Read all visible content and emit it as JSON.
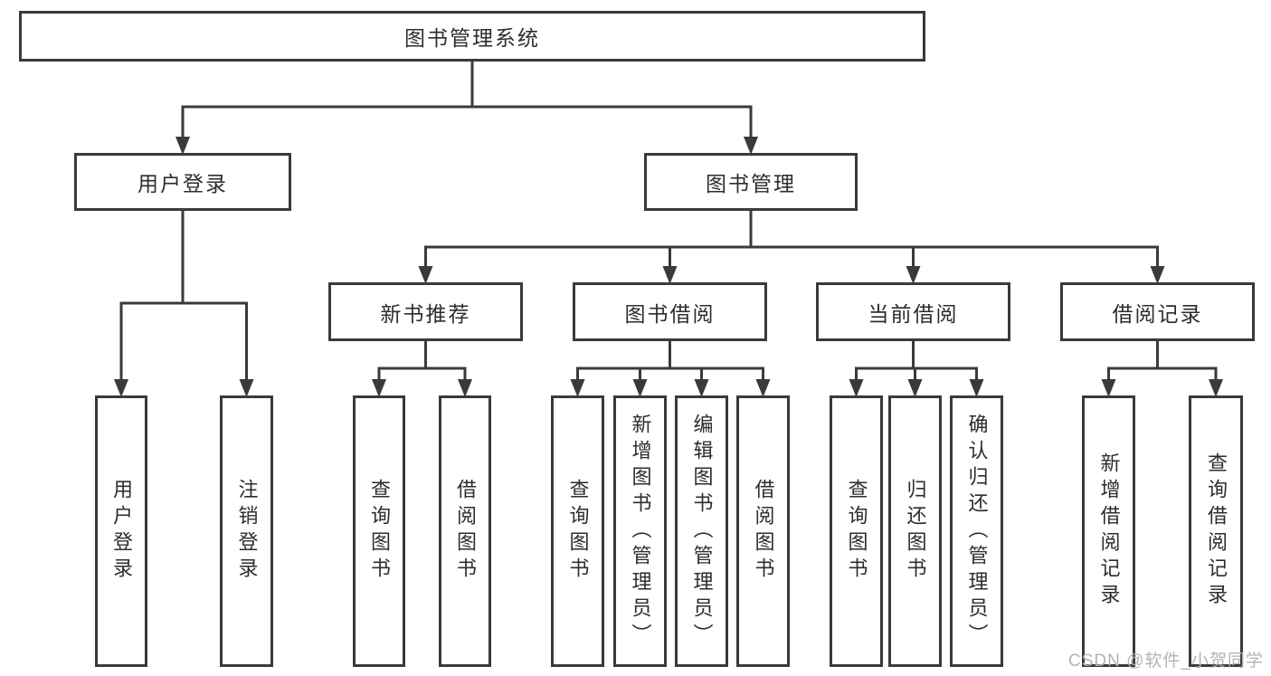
{
  "diagram": {
    "nodes": [
      {
        "id": "root",
        "label": "图书管理系统",
        "level": 0,
        "vertical": false
      },
      {
        "id": "user-login",
        "label": "用户登录",
        "level": 1,
        "vertical": false
      },
      {
        "id": "book-mgmt",
        "label": "图书管理",
        "level": 1,
        "vertical": false
      },
      {
        "id": "new-book-rec",
        "label": "新书推荐",
        "level": 2,
        "vertical": false
      },
      {
        "id": "book-borrow",
        "label": "图书借阅",
        "level": 2,
        "vertical": false
      },
      {
        "id": "current-borrow",
        "label": "当前借阅",
        "level": 2,
        "vertical": false
      },
      {
        "id": "borrow-records",
        "label": "借阅记录",
        "level": 2,
        "vertical": false
      },
      {
        "id": "leaf-user-login",
        "label": "用户登录",
        "level": 3,
        "vertical": true
      },
      {
        "id": "leaf-logout",
        "label": "注销登录",
        "level": 3,
        "vertical": true
      },
      {
        "id": "leaf-query-books-rec",
        "label": "查询图书",
        "level": 3,
        "vertical": true
      },
      {
        "id": "leaf-borrow-books-rec",
        "label": "借阅图书",
        "level": 3,
        "vertical": true
      },
      {
        "id": "leaf-query-books-borrow",
        "label": "查询图书",
        "level": 3,
        "vertical": true
      },
      {
        "id": "leaf-add-books",
        "label": "新增图书（管理员）",
        "level": 3,
        "vertical": true
      },
      {
        "id": "leaf-edit-books",
        "label": "编辑图书（管理员）",
        "level": 3,
        "vertical": true
      },
      {
        "id": "leaf-borrow-books",
        "label": "借阅图书",
        "level": 3,
        "vertical": true
      },
      {
        "id": "leaf-query-books-current",
        "label": "查询图书",
        "level": 3,
        "vertical": true
      },
      {
        "id": "leaf-return-books",
        "label": "归还图书",
        "level": 3,
        "vertical": true
      },
      {
        "id": "leaf-confirm-return",
        "label": "确认归还（管理员）",
        "level": 3,
        "vertical": true
      },
      {
        "id": "leaf-add-borrow-record",
        "label": "新增借阅记录",
        "level": 3,
        "vertical": true
      },
      {
        "id": "leaf-query-borrow-record",
        "label": "查询借阅记录",
        "level": 3,
        "vertical": true
      }
    ],
    "edges": [
      {
        "parent": "root",
        "child": "user-login"
      },
      {
        "parent": "root",
        "child": "book-mgmt"
      },
      {
        "parent": "user-login",
        "child": "leaf-user-login"
      },
      {
        "parent": "user-login",
        "child": "leaf-logout"
      },
      {
        "parent": "book-mgmt",
        "child": "new-book-rec"
      },
      {
        "parent": "book-mgmt",
        "child": "book-borrow"
      },
      {
        "parent": "book-mgmt",
        "child": "current-borrow"
      },
      {
        "parent": "book-mgmt",
        "child": "borrow-records"
      },
      {
        "parent": "new-book-rec",
        "child": "leaf-query-books-rec"
      },
      {
        "parent": "new-book-rec",
        "child": "leaf-borrow-books-rec"
      },
      {
        "parent": "book-borrow",
        "child": "leaf-query-books-borrow"
      },
      {
        "parent": "book-borrow",
        "child": "leaf-add-books"
      },
      {
        "parent": "book-borrow",
        "child": "leaf-edit-books"
      },
      {
        "parent": "book-borrow",
        "child": "leaf-borrow-books"
      },
      {
        "parent": "current-borrow",
        "child": "leaf-query-books-current"
      },
      {
        "parent": "current-borrow",
        "child": "leaf-return-books"
      },
      {
        "parent": "current-borrow",
        "child": "leaf-confirm-return"
      },
      {
        "parent": "borrow-records",
        "child": "leaf-add-borrow-record"
      },
      {
        "parent": "borrow-records",
        "child": "leaf-query-borrow-record"
      }
    ]
  },
  "watermark": {
    "text": "CSDN @软件_小贺同学"
  },
  "colors": {
    "line": "#3a3a3a",
    "box_border": "#3a3a3a",
    "box_bg": "#ffffff",
    "text": "#2d2d2d",
    "watermark": "#b3b3b3"
  }
}
